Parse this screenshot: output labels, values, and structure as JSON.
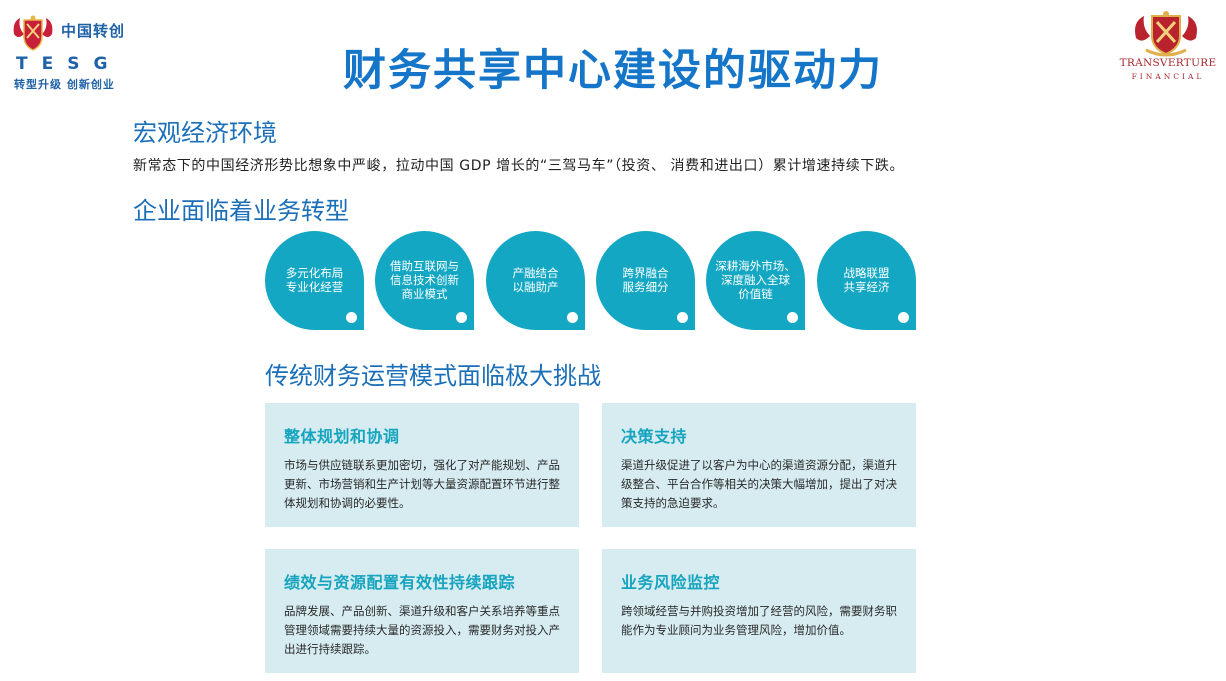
{
  "logo_left": {
    "name_cn": "中国转创",
    "name_en": "TESG",
    "slogan": "转型升级 创新创业"
  },
  "logo_right": {
    "brand": "TRANSVERTURE",
    "brand_sub": "FINANCIAL"
  },
  "title": "财务共享中心建设的驱动力",
  "macro": {
    "heading": "宏观经济环境",
    "text": "新常态下的中国经济形势比想象中严峻，拉动中国 GDP 增长的“三驾马车”（投资、 消费和进出口）累计增速持续下跌。"
  },
  "enterprise": {
    "heading": "企业面临着业务转型",
    "bubbles": [
      "多元化布局\n专业化经营",
      "借助互联网与\n信息技术创新\n商业模式",
      "产融结合\n以融助产",
      "跨界融合\n服务细分",
      "深耕海外市场、\n深度融入全球\n价值链",
      "战略联盟\n共享经济"
    ]
  },
  "finance": {
    "heading": "传统财务运营模式面临极大挑战",
    "cards": [
      {
        "title": "整体规划和协调",
        "body": "市场与供应链联系更加密切，强化了对产能规划、产品更新、市场营销和生产计划等大量资源配置环节进行整体规划和协调的必要性。"
      },
      {
        "title": "决策支持",
        "body": "渠道升级促进了以客户为中心的渠道资源分配，渠道升级整合、平台合作等相关的决策大幅增加，提出了对决策支持的急迫要求。"
      },
      {
        "title": "绩效与资源配置有效性持续跟踪",
        "body": "品牌发展、产品创新、渠道升级和客户关系培养等重点管理领域需要持续大量的资源投入，需要财务对投入产出进行持续跟踪。"
      },
      {
        "title": "业务风险监控",
        "body": "跨领域经营与并购投资增加了经营的风险，需要财务职能作为专业顾问为业务管理风险，增加价值。"
      }
    ]
  },
  "colors": {
    "title_blue": "#1576c9",
    "heading_blue": "#1b6fb8",
    "bubble_teal": "#13a7c3",
    "card_bg": "#d6ecf1",
    "card_title": "#16a4bf",
    "logo_red": "#a8262a"
  }
}
